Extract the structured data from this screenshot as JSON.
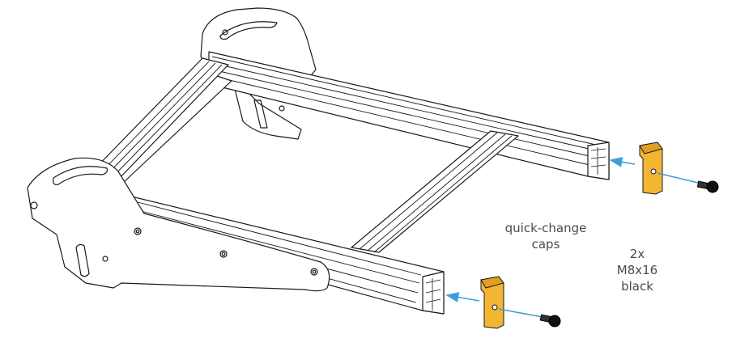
{
  "labels": {
    "caps_line1": "quick-change",
    "caps_line2": "caps",
    "screws_line1": "2x",
    "screws_line2": "M8x16",
    "screws_line3": "black"
  },
  "colors": {
    "line": "#1a1a1a",
    "cap": "#f2b632",
    "arrow": "#3d9ed8",
    "screw": "#111111"
  }
}
